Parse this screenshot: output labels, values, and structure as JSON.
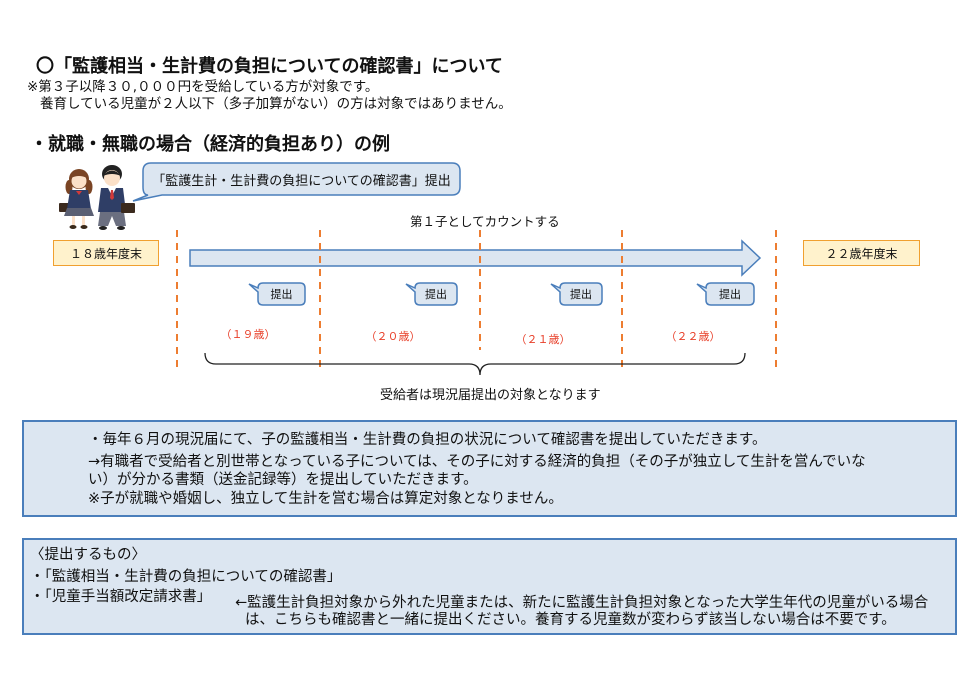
{
  "document": {
    "title": "〇「監護相当・生計費の負担についての確認書」について",
    "notes": [
      "※第３子以降３０,０００円を受給している方が対象です。",
      "養育している児童が２人以下（多子加算がない）の方は対象ではありません。"
    ],
    "example_heading": "・就職・無職の場合（経済的負担あり）の例"
  },
  "illustration": {
    "icon": "students-walking-icon"
  },
  "timeline": {
    "submit_bubble": "「監護生計・生計費の負担についての確認書」提出",
    "count_label": "第１子としてカウントする",
    "start_label": "１８歳年度末",
    "end_label": "２２歳年度末",
    "points": [
      {
        "bubble": "提出",
        "age": "（１９歳）"
      },
      {
        "bubble": "提出",
        "age": "（２０歳）"
      },
      {
        "bubble": "提出",
        "age": "（２１歳）"
      },
      {
        "bubble": "提出",
        "age": "（２２歳）"
      }
    ],
    "brace_caption": "受給者は現況届提出の対象となります"
  },
  "info_box": {
    "lines": [
      "・毎年６月の現況届にて、子の監護相当・生計費の負担の状況について確認書を提出していただきます。",
      "→有職者で受給者と別世帯となっている子については、その子に対する経済的負担（その子が独立して生計を営んでいな",
      "い）が分かる書類（送金記録等）を提出していただきます。",
      "※子が就職や婚姻し、独立して生計を営む場合は算定対象となりません。"
    ]
  },
  "submit_box": {
    "heading": "〈提出するもの〉",
    "items": [
      "・「監護相当・生計費の負担についての確認書」",
      "・「児童手当額改定請求書」"
    ],
    "note_lines": [
      "←監護生計負担対象から外れた児童または、新たに監護生計負担対象となった大学生年代の児童がいる場合",
      "は、こちらも確認書と一緒に提出ください。養育する児童数が変わらず該当しない場合は不要です。"
    ]
  },
  "colors": {
    "box_border": "#4a7ebb",
    "box_fill": "#dce6f1",
    "divider_orange": "#ed7d31",
    "year_box_fill": "#fff2cc",
    "year_box_border": "#f0a030",
    "age_red": "#e8402a"
  }
}
